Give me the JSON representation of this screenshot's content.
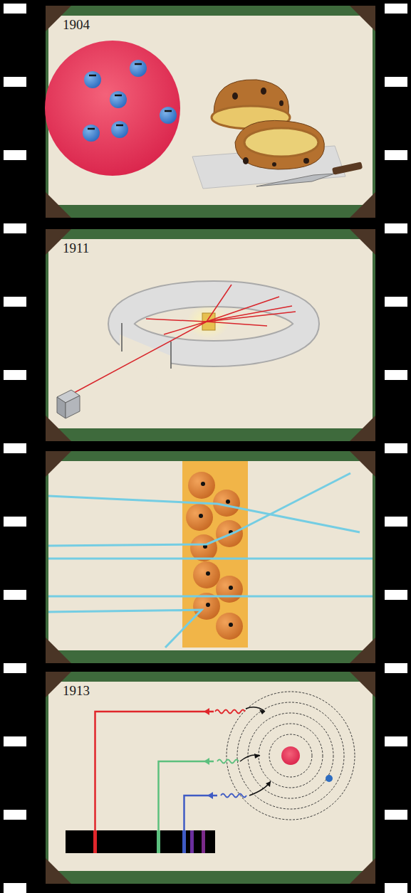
{
  "diagram": {
    "labels": [
      "1904",
      "1911",
      "1913"
    ]
  }
}
